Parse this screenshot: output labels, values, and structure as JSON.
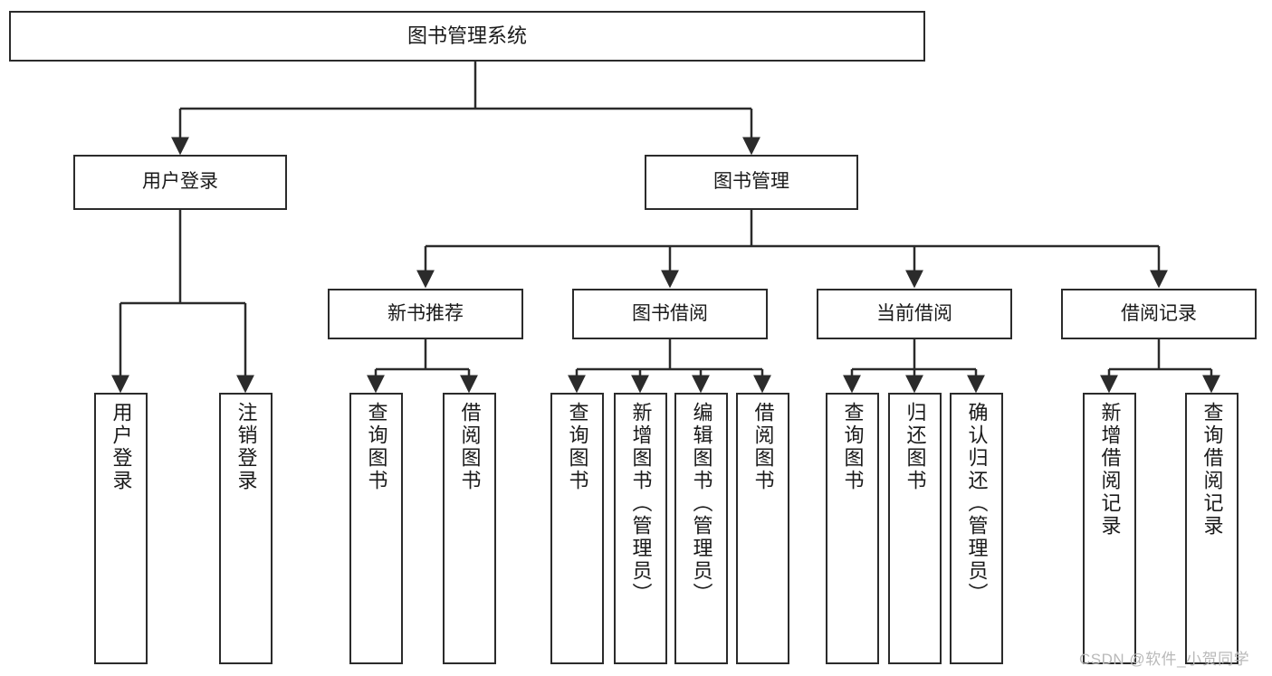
{
  "diagram": {
    "title": "图书管理系统",
    "orientation": "top-down-tree",
    "root": {
      "label": "图书管理系统"
    },
    "level1": [
      {
        "label": "用户登录"
      },
      {
        "label": "图书管理"
      }
    ],
    "level2": [
      {
        "label": "新书推荐"
      },
      {
        "label": "图书借阅"
      },
      {
        "label": "当前借阅"
      },
      {
        "label": "借阅记录"
      }
    ],
    "leaves": {
      "user_login": [
        {
          "label": "用户登录"
        },
        {
          "label": "注销登录"
        }
      ],
      "new_book_recommend": [
        {
          "label": "查询图书"
        },
        {
          "label": "借阅图书"
        }
      ],
      "book_borrow": [
        {
          "label": "查询图书"
        },
        {
          "label": "新增图书（管理员）"
        },
        {
          "label": "编辑图书（管理员）"
        },
        {
          "label": "借阅图书"
        }
      ],
      "current_borrow": [
        {
          "label": "查询图书"
        },
        {
          "label": "归还图书"
        },
        {
          "label": "确认归还（管理员）"
        }
      ],
      "borrow_record": [
        {
          "label": "新增借阅记录"
        },
        {
          "label": "查询借阅记录"
        }
      ]
    },
    "watermark": "CSDN @软件_小贺同学",
    "colors": {
      "stroke": "#2b2b2b",
      "fill": "#ffffff",
      "text": "#1a1a1a",
      "watermark": "#b9b9b9"
    }
  }
}
